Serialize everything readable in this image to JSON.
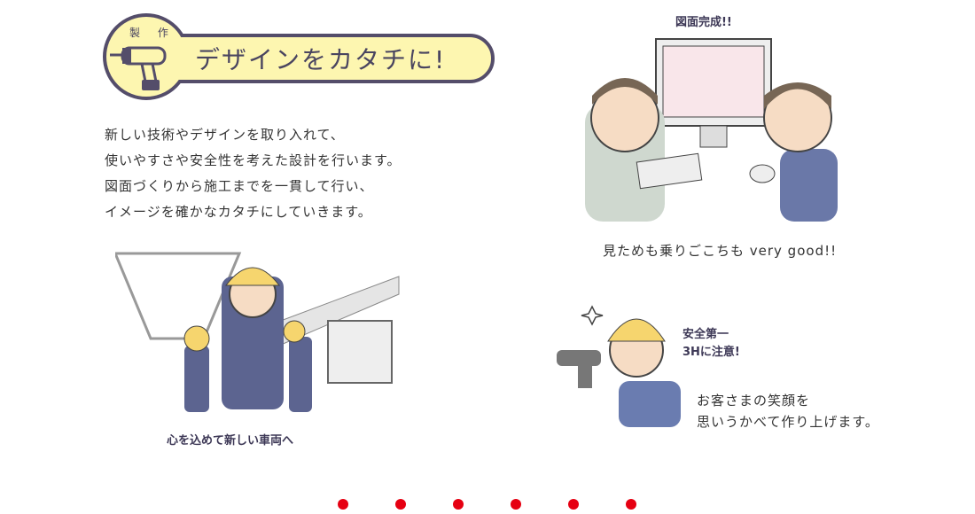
{
  "header": {
    "label": "製 作",
    "title": "デザインをカタチに!"
  },
  "intro": [
    "新しい技術やデザインを取り入れて、",
    "使いやすさや安全性を考えた設計を行います。",
    "図面づくりから施工までを一貫して行い、",
    "イメージを確かなカタチにしていきます。"
  ],
  "captions": {
    "drawing_done": "図面完成!!",
    "comfort": "見ためも乗りごこちも very good!!",
    "heart": "心を込めて新しい車両へ",
    "safety_1": "安全第一",
    "safety_2": "3Hに注意!",
    "smile_1": "お客さまの笑顔を",
    "smile_2": "思いうかべて作り上げます。"
  },
  "pagination": {
    "count": 6,
    "color": "#e60012"
  }
}
